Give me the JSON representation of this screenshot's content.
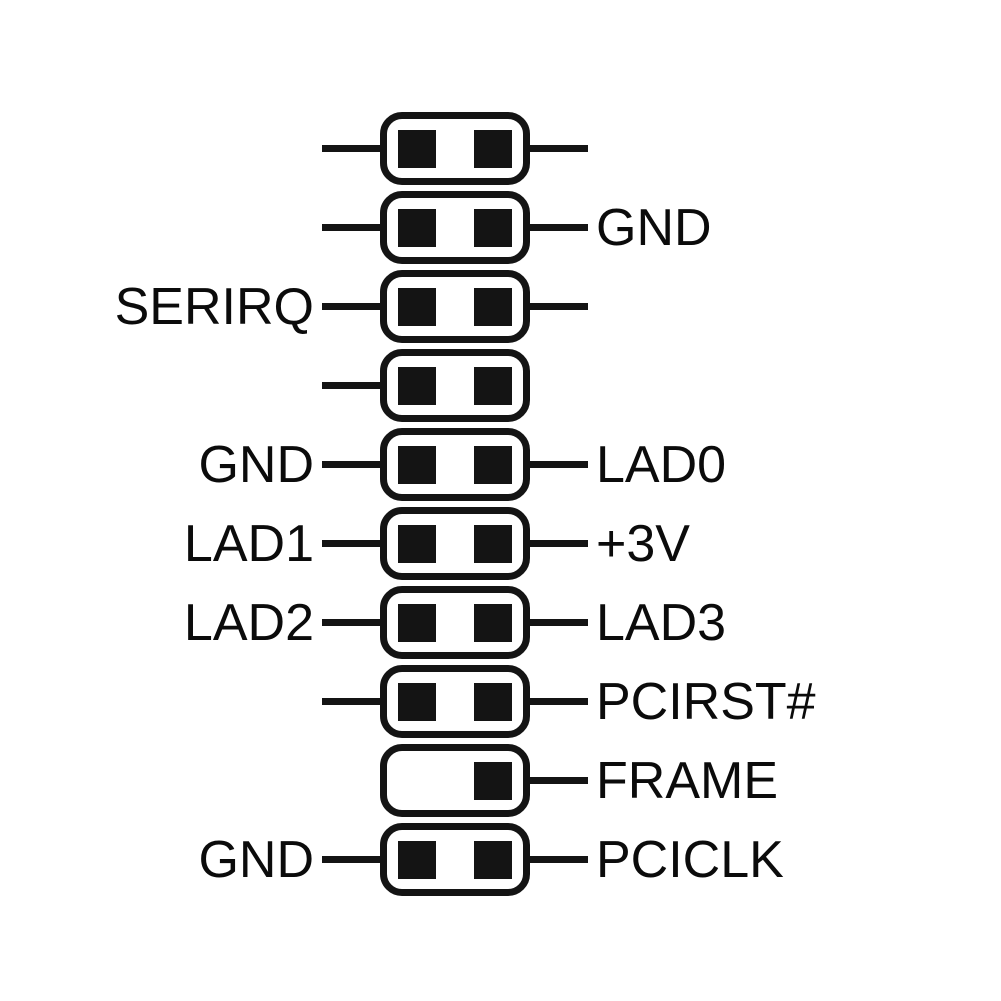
{
  "diagram": {
    "description": "Motherboard pin header pinout diagram, two-column pin pairs with signal labels",
    "colors": {
      "background": "#ffffff",
      "ink": "#141414",
      "text": "#0b0b0b"
    },
    "rows": [
      {
        "left_label": "",
        "left_line": true,
        "left_pin": true,
        "right_pin": true,
        "right_line": true,
        "right_label": ""
      },
      {
        "left_label": "",
        "left_line": true,
        "left_pin": true,
        "right_pin": true,
        "right_line": true,
        "right_label": "GND"
      },
      {
        "left_label": "SERIRQ",
        "left_line": true,
        "left_pin": true,
        "right_pin": true,
        "right_line": true,
        "right_label": ""
      },
      {
        "left_label": "",
        "left_line": true,
        "left_pin": true,
        "right_pin": true,
        "right_line": false,
        "right_label": ""
      },
      {
        "left_label": "GND",
        "left_line": true,
        "left_pin": true,
        "right_pin": true,
        "right_line": true,
        "right_label": "LAD0"
      },
      {
        "left_label": "LAD1",
        "left_line": true,
        "left_pin": true,
        "right_pin": true,
        "right_line": true,
        "right_label": "+3V"
      },
      {
        "left_label": "LAD2",
        "left_line": true,
        "left_pin": true,
        "right_pin": true,
        "right_line": true,
        "right_label": "LAD3"
      },
      {
        "left_label": "",
        "left_line": true,
        "left_pin": true,
        "right_pin": true,
        "right_line": true,
        "right_label": "PCIRST#"
      },
      {
        "left_label": "",
        "left_line": false,
        "left_pin": false,
        "right_pin": true,
        "right_line": true,
        "right_label": "FRAME"
      },
      {
        "left_label": "GND",
        "left_line": true,
        "left_pin": true,
        "right_pin": true,
        "right_line": true,
        "right_label": "PCICLK"
      }
    ]
  }
}
